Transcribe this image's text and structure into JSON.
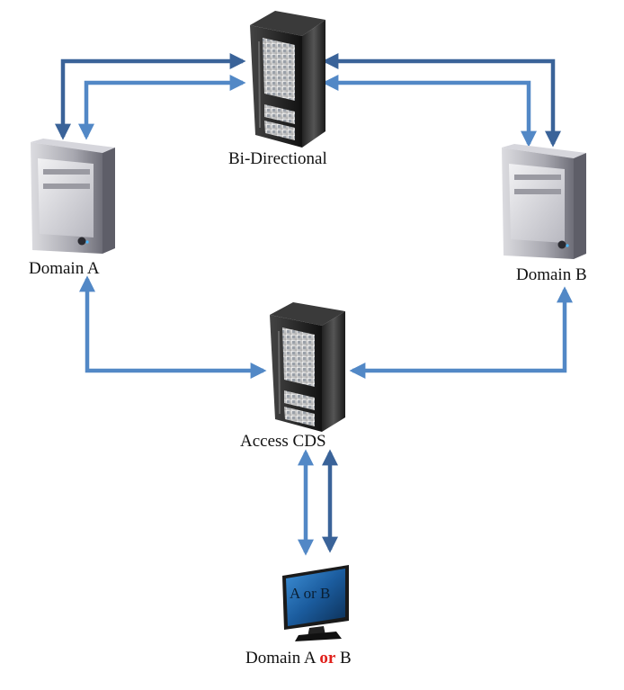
{
  "nodes": {
    "bidirectional": {
      "label": "Bi-Directional"
    },
    "domain_a": {
      "label": "Domain A"
    },
    "domain_b": {
      "label": "Domain B"
    },
    "access_cds": {
      "label": "Access CDS"
    },
    "workstation": {
      "screen_text": "A or B",
      "label_prefix": "Domain A ",
      "label_or": "or",
      "label_suffix": " B"
    }
  },
  "colors": {
    "arrow_dark": "#3a6399",
    "arrow_light": "#5288c6",
    "or_text": "#e0201b"
  }
}
